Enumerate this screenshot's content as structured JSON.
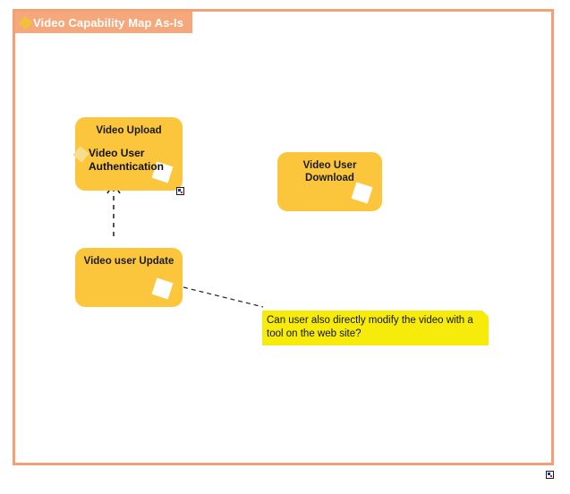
{
  "diagram": {
    "title": "Video Capability Map As-Is",
    "title_icon": "diamond-icon",
    "frame_color": "#F3A172",
    "title_bar_color": "#F4A87C",
    "node_color": "#FCC63C",
    "note_color": "#F6EB0A",
    "canvas_color": "#FFFFFF"
  },
  "nodes": [
    {
      "id": "video-upload",
      "label": "Video Upload",
      "icon": "capability-diamond-icon",
      "selected": true
    },
    {
      "id": "video-user-download",
      "label": "Video User Download",
      "icon": "capability-diamond-icon",
      "selected": false
    },
    {
      "id": "video-user-update",
      "label": "Video user Update",
      "icon": "capability-diamond-icon",
      "selected": false
    }
  ],
  "overlay": {
    "label": "Video User Authentication",
    "icon": "small-diamond-icon"
  },
  "note": {
    "text": "Can user also directly modify the video with a tool on the web site?"
  },
  "connectors": [
    {
      "id": "update-to-upload",
      "style": "dashed",
      "arrow": "open-arrowhead",
      "from": "video-user-update",
      "to": "video-upload"
    },
    {
      "id": "update-to-note",
      "style": "dashed",
      "arrow": "none",
      "from": "video-user-update",
      "to": "note"
    }
  ],
  "markers": {
    "node_handle": "selection-handle-icon",
    "frame_handle": "selection-handle-icon"
  }
}
